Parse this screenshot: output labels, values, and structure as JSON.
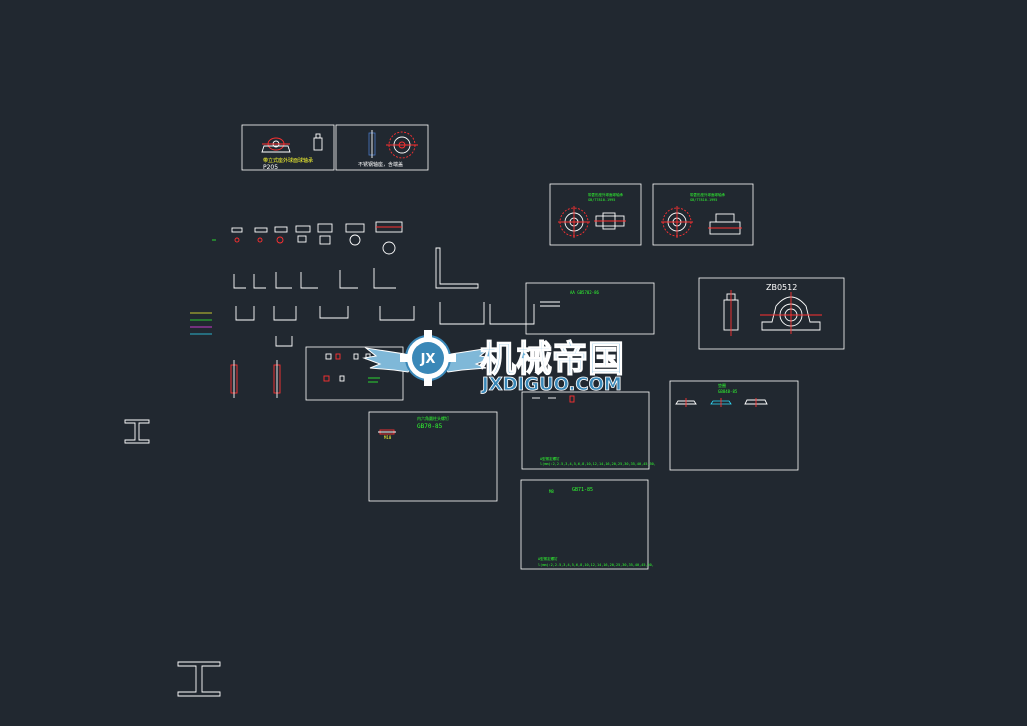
{
  "colors": {
    "background": "#212830",
    "cad_white": "#ffffff",
    "cad_red": "#ff3030",
    "cad_green": "#30ff30",
    "cad_yellow": "#ffff30",
    "watermark_blue": "#6fa8c8",
    "watermark_text": "#3a88b8"
  },
  "watermark": {
    "icon": "gear-wings-logo-icon",
    "title": "机械帝国",
    "subtitle": "JXDIGUO.COM",
    "badge": "JX"
  },
  "frames": {
    "pillow_block_1": {
      "caption": "带立式座外球面球轴承",
      "code": "P205"
    },
    "pillow_block_2": {
      "caption": "不锈钢轴座，含端盖"
    },
    "flange_1": {
      "title": "带菱形座外球面球轴承",
      "code": "GB/T7810-1995"
    },
    "flange_2": {
      "title": "带菱形座外球面球轴承",
      "code": "GB/T7810-1995"
    },
    "top_center": {
      "title": "AA  GB5782-86"
    },
    "zb": {
      "title": "ZB0512"
    },
    "gb70": {
      "title": "内六角圆柱头螺钉",
      "code": "GB70-85",
      "label": "M10"
    },
    "bottom_center": {
      "label": "M8",
      "title": "GB71-85",
      "note_title": "A型紧定螺钉",
      "note_body": "l(mm):2,2.5,3,4,5,6,8,10,12,14,16,20,25,30,35,40,45,50,"
    },
    "mid_center": {
      "note_title": "A型紧定螺钉",
      "note_body": "l(mm):2,2.5,3,4,5,6,8,10,12,14,16,20,25,30,35,40,45,50,"
    },
    "right_washer": {
      "label": "垫圈",
      "code": "GB848-85"
    }
  }
}
